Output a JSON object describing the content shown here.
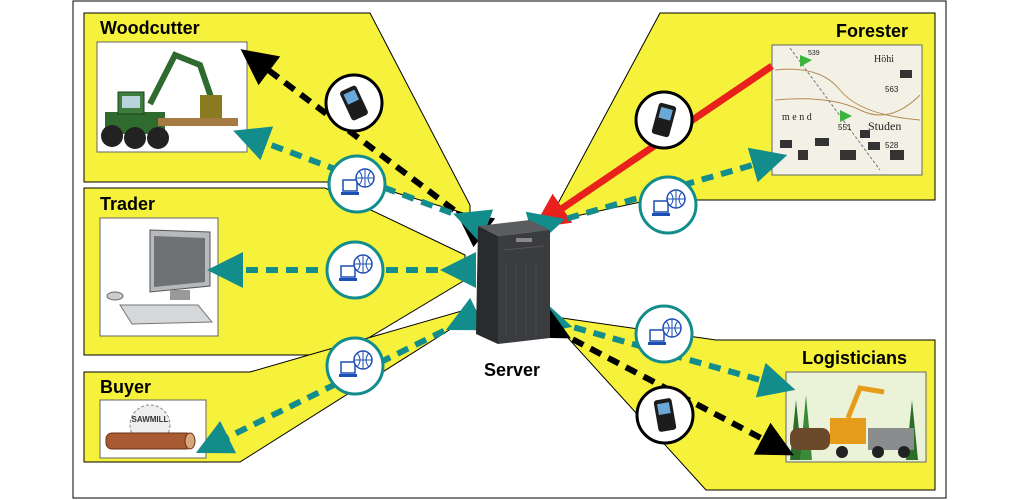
{
  "diagram": {
    "roles": {
      "woodcutter": "Woodcutter",
      "trader": "Trader",
      "buyer": "Buyer",
      "forester": "Forester",
      "logisticians": "Logisticians"
    },
    "server_label": "Server",
    "map_labels": {
      "hoehe": "Höhi",
      "n539": "539",
      "n563": "563",
      "n551": "551",
      "n528": "528",
      "mend": "m e n d",
      "studen": "Studen"
    },
    "sawmill_text": "SAWMILL"
  },
  "colors": {
    "panel_fill": "#f6f13a",
    "teal_arrow": "#138d8c",
    "black_arrow": "#000000",
    "red_arrow": "#e8211c"
  },
  "icons": [
    "mobile-phone-icon",
    "network-computer-icon",
    "server-tower-icon",
    "harvester-icon",
    "desktop-pc-icon",
    "sawmill-icon",
    "map-icon",
    "excavator-icon"
  ]
}
